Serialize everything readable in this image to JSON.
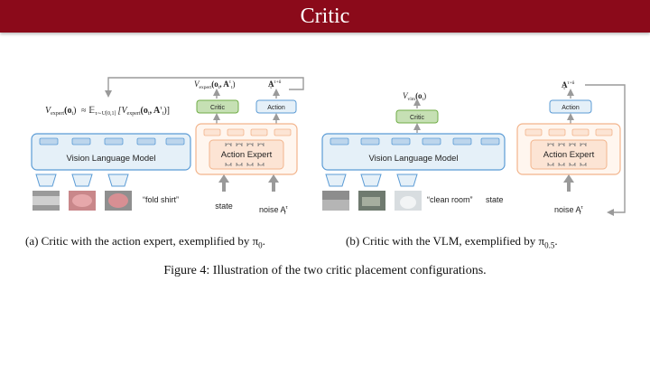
{
  "slide": {
    "title": "Critic"
  },
  "colors": {
    "banner": "#8b0a1a",
    "vlm_fill": "#e5f0f8",
    "vlm_stroke": "#5b9bd5",
    "token_fill": "#bcd5ec",
    "expert_fill": "#fce4d4",
    "expert_stroke": "#f2b48c",
    "critic_fill": "#c6e0b4",
    "critic_stroke": "#70ad47",
    "arrow": "#9a9a9a"
  },
  "left": {
    "formula_lhs": "V",
    "formula_lhs_sub": "expert",
    "formula_lhs_args": "(o",
    "formula_lhs_args_sub": "t",
    "formula_lhs_args_end": ")",
    "formula_approx": "≈ 𝔼",
    "formula_expect_sub": "τ∼U[0,1]",
    "formula_rhs": "[V",
    "formula_rhs_sub": "expert",
    "formula_rhs_args": "(o",
    "formula_rhs_args_sub": "t",
    "formula_rhs_args_mid": ", A",
    "formula_rhs_args_sup": "τ",
    "formula_rhs_args_sub2": "t",
    "formula_rhs_args_end": ")]",
    "critic_output": "V",
    "critic_output_sub": "expert",
    "critic_output_args": "(o",
    "critic_output_args_sub": "t",
    "critic_output_args_mid": ", A",
    "critic_output_args_sup": "τ",
    "critic_output_args_sub2": "t",
    "critic_output_args_end": ")",
    "action_output": "A",
    "action_output_sup": "τ+δ",
    "action_output_sub": "t",
    "critic_label": "Critic",
    "action_label": "Action",
    "vlm_label": "Vision Language Model",
    "expert_label": "Action Expert",
    "instruction": "“fold shirt”",
    "state_label": "state",
    "noise_label": "noise A",
    "noise_sup": "τ",
    "noise_sub": "t",
    "caption": "(a) Critic with the action expert, exemplified by π",
    "caption_sub": "0",
    "caption_end": "."
  },
  "right": {
    "critic_output": "V",
    "critic_output_sub": "vlm",
    "critic_output_args": "(o",
    "critic_output_args_sub": "t",
    "critic_output_args_end": ")",
    "action_output": "A",
    "action_output_sup": "τ+δ",
    "action_output_sub": "t",
    "critic_label": "Critic",
    "action_label": "Action",
    "vlm_label": "Vision Language Model",
    "expert_label": "Action Expert",
    "instruction": "“clean room”",
    "state_label": "state",
    "noise_label": "noise A",
    "noise_sup": "τ",
    "noise_sub": "t",
    "caption": "(b) Critic with the VLM, exemplified by π",
    "caption_sub": "0.5",
    "caption_end": "."
  },
  "figure_caption": "Figure 4: Illustration of the two critic placement configurations."
}
